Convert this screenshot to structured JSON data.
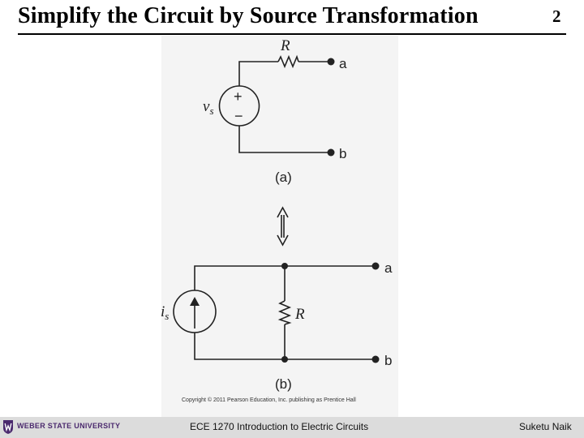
{
  "slide": {
    "title": "Simplify the Circuit by Source Transformation",
    "number": "2"
  },
  "circuit_a": {
    "resistor_label": "R",
    "source_label": "v",
    "source_subscript": "s",
    "plus": "+",
    "minus": "−",
    "terminal_a": "a",
    "terminal_b": "b",
    "caption": "(a)"
  },
  "circuit_b": {
    "resistor_label": "R",
    "source_label": "i",
    "source_subscript": "s",
    "terminal_a": "a",
    "terminal_b": "b",
    "caption": "(b)"
  },
  "copyright": "Copyright © 2011 Pearson Education, Inc. publishing as Prentice Hall",
  "footer": {
    "university": "WEBER STATE UNIVERSITY",
    "course": "ECE 1270 Introduction to Electric Circuits",
    "author": "Suketu Naik"
  },
  "colors": {
    "footer_bg": "#dcdcdc",
    "figure_bg": "#f4f4f4",
    "wsu_purple": "#4b2a6e"
  }
}
